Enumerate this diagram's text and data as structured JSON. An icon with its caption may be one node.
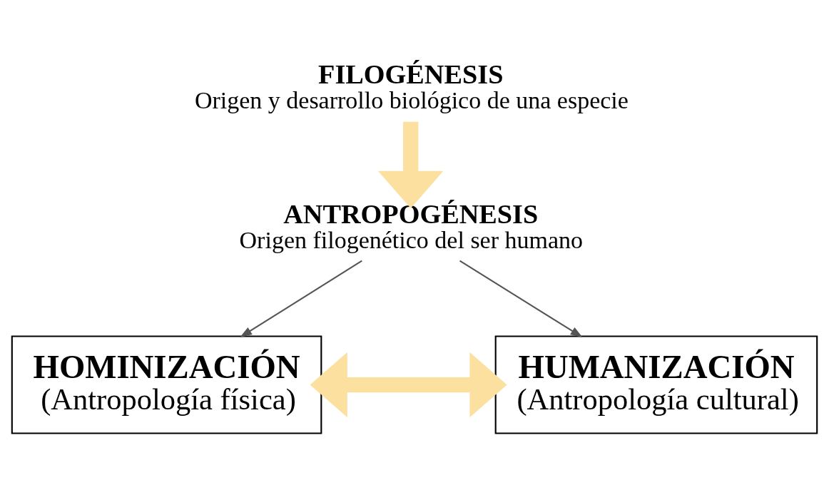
{
  "diagram": {
    "nodes": [
      {
        "text": [
          "FILOGÉNESIS",
          "Origen y desarrollo biológico de una especie"
        ]
      },
      {
        "text": [
          "ANTROPOGÉNESIS",
          "Origen filogenético del ser humano"
        ]
      },
      {
        "text": [
          "HOMINIZACIÓN",
          "(Antropología física)"
        ]
      },
      {
        "text": [
          "HUMANIZACIÓN",
          "(Antropología cultural)"
        ]
      }
    ],
    "edges": [
      {
        "from": 0,
        "to": 1,
        "arrow": "to",
        "style": "thick",
        "color": "#fbe0a0"
      },
      {
        "from": 1,
        "to": 2,
        "arrow": "to",
        "color": "#555555"
      },
      {
        "from": 1,
        "to": 3,
        "arrow": "to",
        "color": "#555555"
      },
      {
        "from": 2,
        "to": 3,
        "arrow": "both",
        "style": "thick",
        "color": "#fbe0a0"
      }
    ]
  }
}
